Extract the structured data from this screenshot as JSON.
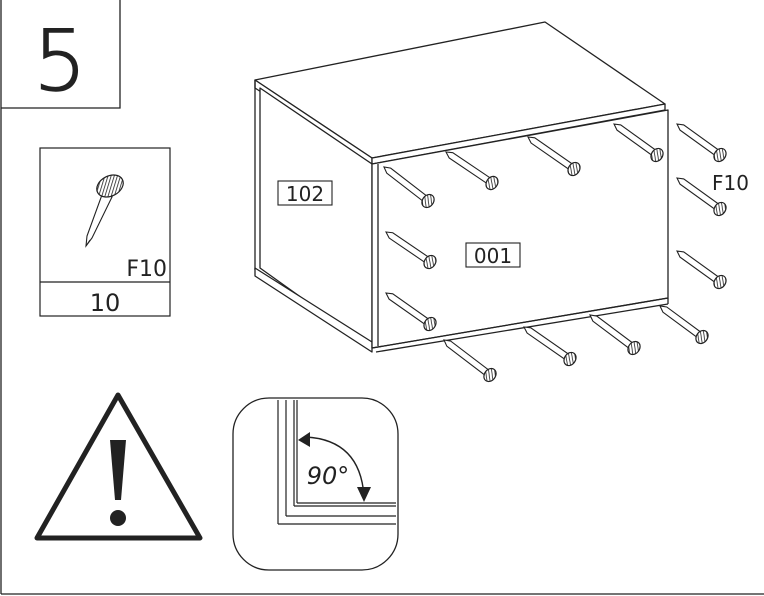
{
  "step": {
    "number": "5"
  },
  "parts_legend": {
    "part_code": "F10",
    "quantity": "10"
  },
  "panels": {
    "side_panel_label": "102",
    "back_panel_label": "001"
  },
  "nail_callout": {
    "label": "F10"
  },
  "angle_detail": {
    "angle_text": "90°"
  },
  "colors": {
    "line": "#222222",
    "background": "#ffffff"
  },
  "icons": [
    "nail-icon",
    "warning-triangle-icon",
    "right-angle-detail-icon"
  ]
}
